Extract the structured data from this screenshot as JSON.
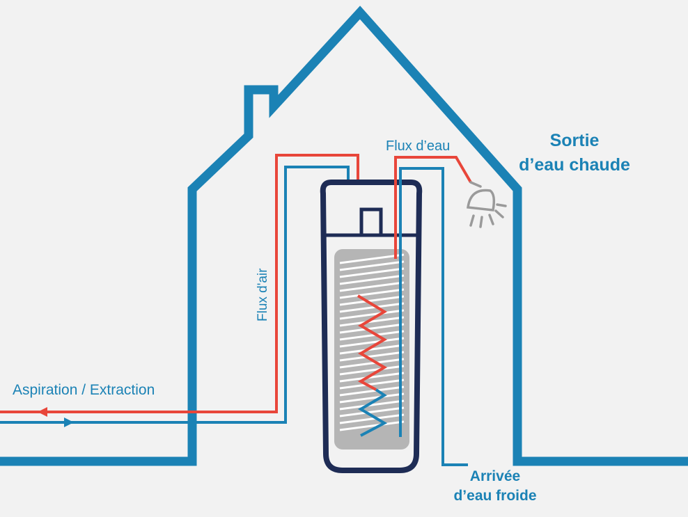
{
  "labels": {
    "air_flow": "Flux d'air",
    "water_flow": "Flux d’eau",
    "intake_exhaust": "Aspiration / Extraction",
    "hot_water_out_line1": "Sortie",
    "hot_water_out_line2": "d’eau chaude",
    "cold_water_in_line1": "Arrivée",
    "cold_water_in_line2": "d’eau froide"
  },
  "colors": {
    "background": "#f2f2f2",
    "house_outline": "#1b82b5",
    "hot_line": "#e8463a",
    "cold_line": "#1b82b5",
    "tank_outline": "#1e2c55",
    "tank_fill": "#b5b5b5",
    "coil_white": "#ffffff",
    "shower_head": "#9a9a9a",
    "label_text": "#1b82b5"
  },
  "icons": {
    "shower": "shower-head-icon",
    "arrow_out": "arrow-left-icon",
    "arrow_in": "arrow-right-icon"
  }
}
